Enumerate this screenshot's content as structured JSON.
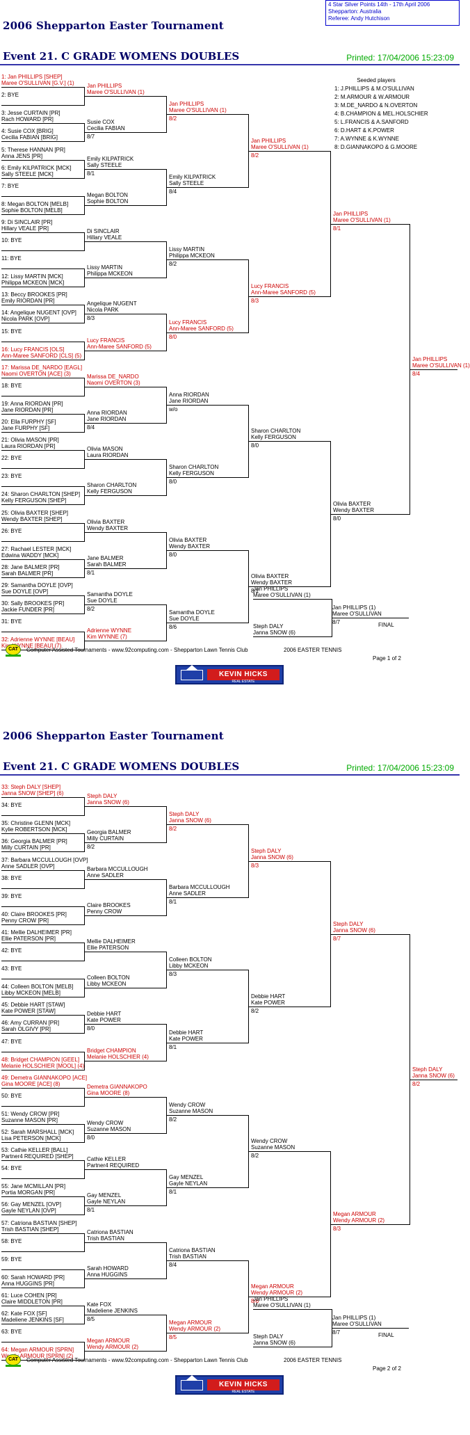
{
  "header": {
    "info_lines": [
      "4 Star Silver Points   14th - 17th April 2006",
      "Shepparton:  Australia",
      "Referee:  Andy Hutchison"
    ],
    "tournament_title": "2006 Shepparton Easter Tournament",
    "event_title": "Event 21. C GRADE WOMENS DOUBLES",
    "printed": "Printed: 17/04/2006 15:23:09"
  },
  "seeded": {
    "heading": "Seeded players",
    "list": [
      "1: J.PHILLIPS & M.O'SULLIVAN",
      "2: M.ARMOUR & W.ARMOUR",
      "3: M.DE_NARDO & N.OVERTON",
      "4: B.CHAMPION & MEL.HOLSCHIER",
      "5: L.FRANCIS & A.SANFORD",
      "6: D.HART & K.POWER",
      "7: A.WYNNE & K.WYNNE",
      "8: D.GIANNAKOPO & G.MOORE"
    ]
  },
  "page1": {
    "r1": [
      {
        "a": "1: Jan PHILLIPS [SHEP]",
        "b": "Maree O'SULLIVAN [G.V.] (1)",
        "red": true
      },
      {
        "a": "2: BYE",
        "b": "",
        "red": false
      },
      {
        "a": "3: Jesse CURTAIN [PR]",
        "b": "Rach HOWARD [PR]",
        "red": false
      },
      {
        "a": "4: Susie COX [BRIG]",
        "b": "Cecilia FABIAN [BRIG]",
        "red": false
      },
      {
        "a": "5: Therese HANNAN [PR]",
        "b": "Anna JENS [PR]",
        "red": false
      },
      {
        "a": "6: Emily KILPATRICK [MCK]",
        "b": "Sally STEELE [MCK]",
        "red": false
      },
      {
        "a": "7: BYE",
        "b": "",
        "red": false
      },
      {
        "a": "8: Megan BOLTON [MELB]",
        "b": "Sophie BOLTON [MELB]",
        "red": false
      },
      {
        "a": "9: Di SINCLAIR [PR]",
        "b": "Hillary VEALE [PR]",
        "red": false
      },
      {
        "a": "10: BYE",
        "b": "",
        "red": false
      },
      {
        "a": "11: BYE",
        "b": "",
        "red": false
      },
      {
        "a": "12: Lissy MARTIN [MCK]",
        "b": "Philippa MCKEON [MCK]",
        "red": false
      },
      {
        "a": "13: Beccy BROOKES [PR]",
        "b": "Emily RIORDAN [PR]",
        "red": false
      },
      {
        "a": "14: Angelique NUGENT [OVP]",
        "b": "Nicola PARK [OVP]",
        "red": false
      },
      {
        "a": "15: BYE",
        "b": "",
        "red": false
      },
      {
        "a": "16: Lucy FRANCIS [OLS]",
        "b": "Ann-Maree SANFORD [CLS] (5)",
        "red": true
      },
      {
        "a": "17: Marissa DE_NARDO [EAGL]",
        "b": "Naomi OVERTON [ACE] (3)",
        "red": true
      },
      {
        "a": "18: BYE",
        "b": "",
        "red": false
      },
      {
        "a": "19: Anna RIORDAN [PR]",
        "b": "Jane RIORDAN [PR]",
        "red": false
      },
      {
        "a": "20: Ella FURPHY [SF]",
        "b": "Jane FURPHY [SF]",
        "red": false
      },
      {
        "a": "21: Olivia MASON [PR]",
        "b": "Laura RIORDAN [PR]",
        "red": false
      },
      {
        "a": "22: BYE",
        "b": "",
        "red": false
      },
      {
        "a": "23: BYE",
        "b": "",
        "red": false
      },
      {
        "a": "24: Sharon CHARLTON [SHEP]",
        "b": "Kelly FERGUSON [SHEP]",
        "red": false
      },
      {
        "a": "25: Olivia BAXTER [SHEP]",
        "b": "Wendy BAXTER [SHEP]",
        "red": false
      },
      {
        "a": "26: BYE",
        "b": "",
        "red": false
      },
      {
        "a": "27: Rachael LESTER [MCK]",
        "b": "Edwina WADDY [MCK]",
        "red": false
      },
      {
        "a": "28: Jane BALMER [PR]",
        "b": "Sarah BALMER [PR]",
        "red": false
      },
      {
        "a": "29: Samantha DOYLE [OVP]",
        "b": "Sue DOYLE [OVP]",
        "red": false
      },
      {
        "a": "30: Sally BROOKES [PR]",
        "b": "Jackie FUNDER [PR]",
        "red": false
      },
      {
        "a": "31: BYE",
        "b": "",
        "red": false
      },
      {
        "a": "32: Adrienne WYNNE [BEAU]",
        "b": "Kim WYNNE [BEAU] (7)",
        "red": true
      }
    ],
    "r2": [
      {
        "a": "Jan PHILLIPS",
        "b": "Maree O'SULLIVAN (1)",
        "s": "",
        "red": true
      },
      {
        "a": "Susie COX",
        "b": "Cecilia FABIAN",
        "s": "8/7",
        "red": false
      },
      {
        "a": "Emily KILPATRICK",
        "b": "Sally STEELE",
        "s": "8/1",
        "red": false
      },
      {
        "a": "Megan BOLTON",
        "b": "Sophie BOLTON",
        "s": "",
        "red": false
      },
      {
        "a": "Di SINCLAIR",
        "b": "Hillary VEALE",
        "s": "",
        "red": false
      },
      {
        "a": "Lissy MARTIN",
        "b": "Philippa MCKEON",
        "s": "",
        "red": false
      },
      {
        "a": "Angelique NUGENT",
        "b": "Nicola PARK",
        "s": "8/3",
        "red": false
      },
      {
        "a": "Lucy FRANCIS",
        "b": "Ann-Maree SANFORD (5)",
        "s": "",
        "red": true
      },
      {
        "a": "Marissa DE_NARDO",
        "b": "Naomi OVERTON (3)",
        "s": "",
        "red": true
      },
      {
        "a": "Anna RIORDAN",
        "b": "Jane RIORDAN",
        "s": "8/4",
        "red": false
      },
      {
        "a": "Olivia MASON",
        "b": "Laura RIORDAN",
        "s": "",
        "red": false
      },
      {
        "a": "Sharon CHARLTON",
        "b": "Kelly FERGUSON",
        "s": "",
        "red": false
      },
      {
        "a": "Olivia BAXTER",
        "b": "Wendy BAXTER",
        "s": "",
        "red": false
      },
      {
        "a": "Jane BALMER",
        "b": "Sarah BALMER",
        "s": "8/1",
        "red": false
      },
      {
        "a": "Samantha DOYLE",
        "b": "Sue DOYLE",
        "s": "8/2",
        "red": false
      },
      {
        "a": "Adrienne WYNNE",
        "b": "Kim WYNNE (7)",
        "s": "",
        "red": true
      }
    ],
    "r3": [
      {
        "a": "Jan PHILLIPS",
        "b": "Maree O'SULLIVAN (1)",
        "s": "8/2",
        "red": true
      },
      {
        "a": "Emily KILPATRICK",
        "b": "Sally STEELE",
        "s": "8/4",
        "red": false
      },
      {
        "a": "Lissy MARTIN",
        "b": "Philippa MCKEON",
        "s": "8/2",
        "red": false
      },
      {
        "a": "Lucy FRANCIS",
        "b": "Ann-Maree SANFORD (5)",
        "s": "8/0",
        "red": true
      },
      {
        "a": "Anna RIORDAN",
        "b": "Jane RIORDAN",
        "s": "w/o",
        "red": false
      },
      {
        "a": "Sharon CHARLTON",
        "b": "Kelly FERGUSON",
        "s": "8/0",
        "red": false
      },
      {
        "a": "Olivia BAXTER",
        "b": "Wendy BAXTER",
        "s": "8/0",
        "red": false
      },
      {
        "a": "Samantha DOYLE",
        "b": "Sue DOYLE",
        "s": "8/6",
        "red": false
      }
    ],
    "r4": [
      {
        "a": "Jan PHILLIPS",
        "b": "Maree O'SULLIVAN (1)",
        "s": "8/2",
        "red": true
      },
      {
        "a": "Lucy FRANCIS",
        "b": "Ann-Maree SANFORD (5)",
        "s": "8/3",
        "red": true
      },
      {
        "a": "Sharon CHARLTON",
        "b": "Kelly FERGUSON",
        "s": "8/0",
        "red": false
      },
      {
        "a": "Olivia BAXTER",
        "b": "Wendy BAXTER",
        "s": "8/1",
        "red": false
      }
    ],
    "r5": [
      {
        "a": "Jan PHILLIPS",
        "b": "Maree O'SULLIVAN (1)",
        "s": "8/1",
        "red": true
      },
      {
        "a": "Olivia BAXTER",
        "b": "Wendy BAXTER",
        "s": "8/0",
        "red": false
      }
    ],
    "r6": [
      {
        "a": "Jan PHILLIPS",
        "b": "Maree O'SULLIVAN (1)",
        "s": "8/4",
        "red": true
      }
    ]
  },
  "page2": {
    "r1": [
      {
        "a": "33: Steph DALY [SHEP]",
        "b": "Janna SNOW [SHEP] (6)",
        "red": true
      },
      {
        "a": "34: BYE",
        "b": "",
        "red": false
      },
      {
        "a": "35: Christine GLENN [MCK]",
        "b": "Kylie ROBERTSON [MCK]",
        "red": false
      },
      {
        "a": "36: Georgia BALMER [PR]",
        "b": "Milly CURTAIN [PR]",
        "red": false
      },
      {
        "a": "37: Barbara MCCULLOUGH [OVP]",
        "b": "Anne SADLER [OVP]",
        "red": false
      },
      {
        "a": "38: BYE",
        "b": "",
        "red": false
      },
      {
        "a": "39: BYE",
        "b": "",
        "red": false
      },
      {
        "a": "40: Claire BROOKES [PR]",
        "b": "Penny CROW [PR]",
        "red": false
      },
      {
        "a": "41: Mellie DALHEIMER [PR]",
        "b": "Ellie PATERSON [PR]",
        "red": false
      },
      {
        "a": "42: BYE",
        "b": "",
        "red": false
      },
      {
        "a": "43: BYE",
        "b": "",
        "red": false
      },
      {
        "a": "44: Colleen BOLTON [MELB]",
        "b": "Libby MCKEON [MELB]",
        "red": false
      },
      {
        "a": "45: Debbie HART [STAW]",
        "b": "Kate POWER [STAW]",
        "red": false
      },
      {
        "a": "46: Amy CURRAN [PR]",
        "b": "Sarah OLGIVY [PR]",
        "red": false
      },
      {
        "a": "47: BYE",
        "b": "",
        "red": false
      },
      {
        "a": "48: Bridget CHAMPION [GEEL]",
        "b": "Melanie HOLSCHIER [MOOL] (4)",
        "red": true
      },
      {
        "a": "49: Demetra GIANNAKOPO [ACE]",
        "b": "Gina MOORE [ACE] (8)",
        "red": true
      },
      {
        "a": "50: BYE",
        "b": "",
        "red": false
      },
      {
        "a": "51: Wendy CROW [PR]",
        "b": "Suzanne MASON [PR]",
        "red": false
      },
      {
        "a": "52: Sarah MARSHALL [MCK]",
        "b": "Lisa PETERSON [MCK]",
        "red": false
      },
      {
        "a": "53: Cathie KELLER [BALL]",
        "b": "Partner4 REQUIRED [SHEP]",
        "red": false
      },
      {
        "a": "54: BYE",
        "b": "",
        "red": false
      },
      {
        "a": "55: Jane MCMILLAN [PR]",
        "b": "Portia MORGAN [PR]",
        "red": false
      },
      {
        "a": "56: Gay MENZEL [OVP]",
        "b": "Gayle NEYLAN [OVP]",
        "red": false
      },
      {
        "a": "57: Catriona BASTIAN [SHEP]",
        "b": "Trish BASTIAN [SHEP]",
        "red": false
      },
      {
        "a": "58: BYE",
        "b": "",
        "red": false
      },
      {
        "a": "59: BYE",
        "b": "",
        "red": false
      },
      {
        "a": "60: Sarah HOWARD [PR]",
        "b": "Anna HUGGINS [PR]",
        "red": false
      },
      {
        "a": "61: Luce COHEN [PR]",
        "b": "Claire MIDDLETON [PR]",
        "red": false
      },
      {
        "a": "62: Kate FOX [SF]",
        "b": "Madeliene JENKINS [SF]",
        "red": false
      },
      {
        "a": "63: BYE",
        "b": "",
        "red": false
      },
      {
        "a": "64: Megan ARMOUR [SPRN]",
        "b": "Wendy ARMOUR [SPRN] (2)",
        "red": true
      }
    ],
    "r2": [
      {
        "a": "Steph DALY",
        "b": "Janna SNOW (6)",
        "s": "",
        "red": true
      },
      {
        "a": "Georgia BALMER",
        "b": "Milly CURTAIN",
        "s": "8/2",
        "red": false
      },
      {
        "a": "Barbara MCCULLOUGH",
        "b": "Anne SADLER",
        "s": "",
        "red": false
      },
      {
        "a": "Claire BROOKES",
        "b": "Penny CROW",
        "s": "",
        "red": false
      },
      {
        "a": "Mellie DALHEIMER",
        "b": "Ellie PATERSON",
        "s": "",
        "red": false
      },
      {
        "a": "Colleen BOLTON",
        "b": "Libby MCKEON",
        "s": "",
        "red": false
      },
      {
        "a": "Debbie HART",
        "b": "Kate POWER",
        "s": "8/0",
        "red": false
      },
      {
        "a": "Bridget CHAMPION",
        "b": "Melanie HOLSCHIER (4)",
        "s": "",
        "red": true
      },
      {
        "a": "Demetra GIANNAKOPO",
        "b": "Gina MOORE (8)",
        "s": "",
        "red": true
      },
      {
        "a": "Wendy CROW",
        "b": "Suzanne MASON",
        "s": "8/0",
        "red": false
      },
      {
        "a": "Cathie KELLER",
        "b": "Partner4 REQUIRED",
        "s": "",
        "red": false
      },
      {
        "a": "Gay MENZEL",
        "b": "Gayle NEYLAN",
        "s": "8/1",
        "red": false
      },
      {
        "a": "Catriona BASTIAN",
        "b": "Trish BASTIAN",
        "s": "",
        "red": false
      },
      {
        "a": "Sarah HOWARD",
        "b": "Anna HUGGINS",
        "s": "",
        "red": false
      },
      {
        "a": "Kate FOX",
        "b": "Madeliene JENKINS",
        "s": "8/5",
        "red": false
      },
      {
        "a": "Megan ARMOUR",
        "b": "Wendy ARMOUR (2)",
        "s": "",
        "red": true
      }
    ],
    "r3": [
      {
        "a": "Steph DALY",
        "b": "Janna SNOW (6)",
        "s": "8/2",
        "red": true
      },
      {
        "a": "Barbara MCCULLOUGH",
        "b": "Anne SADLER",
        "s": "8/1",
        "red": false
      },
      {
        "a": "Colleen BOLTON",
        "b": "Libby MCKEON",
        "s": "8/3",
        "red": false
      },
      {
        "a": "Debbie HART",
        "b": "Kate POWER",
        "s": "8/1",
        "red": false
      },
      {
        "a": "Wendy CROW",
        "b": "Suzanne MASON",
        "s": "8/2",
        "red": false
      },
      {
        "a": "Gay MENZEL",
        "b": "Gayle NEYLAN",
        "s": "8/1",
        "red": false
      },
      {
        "a": "Catriona BASTIAN",
        "b": "Trish BASTIAN",
        "s": "8/4",
        "red": false
      },
      {
        "a": "Megan ARMOUR",
        "b": "Wendy ARMOUR (2)",
        "s": "8/5",
        "red": true
      }
    ],
    "r4": [
      {
        "a": "Steph DALY",
        "b": "Janna SNOW (6)",
        "s": "8/3",
        "red": true
      },
      {
        "a": "Debbie HART",
        "b": "Kate POWER",
        "s": "8/2",
        "red": false
      },
      {
        "a": "Wendy CROW",
        "b": "Suzanne MASON",
        "s": "8/2",
        "red": false
      },
      {
        "a": "Megan ARMOUR",
        "b": "Wendy ARMOUR (2)",
        "s": "8/6",
        "red": true
      }
    ],
    "r5": [
      {
        "a": "Steph DALY",
        "b": "Janna SNOW (6)",
        "s": "8/7",
        "red": true
      },
      {
        "a": "Megan ARMOUR",
        "b": "Wendy ARMOUR (2)",
        "s": "8/3",
        "red": true
      }
    ],
    "r6": [
      {
        "a": "Steph DALY",
        "b": "Janna SNOW (6)",
        "s": "8/2",
        "red": true
      }
    ]
  },
  "final": {
    "label": "FINAL",
    "top": {
      "a": "Jan PHILLIPS",
      "b": "Maree O'SULLIVAN (1)"
    },
    "bottom": {
      "a": "Steph DALY",
      "b": "Janna SNOW (6)"
    },
    "winner": {
      "a": "Jan PHILLIPS (1)",
      "b": "Maree O'SULLIVAN",
      "s": "8/7"
    }
  },
  "footer": {
    "cat": "CAT",
    "text": "Computer Assisted Tournaments - www.92computing.com -   Shepparton Lawn Tennis Club",
    "event": "2006 EASTER TENNIS",
    "page1": "Page 1 of 2",
    "page2": "Page 2 of 2"
  },
  "sponsor": {
    "name": "KEVIN HICKS",
    "sub": "REAL ESTATE"
  }
}
